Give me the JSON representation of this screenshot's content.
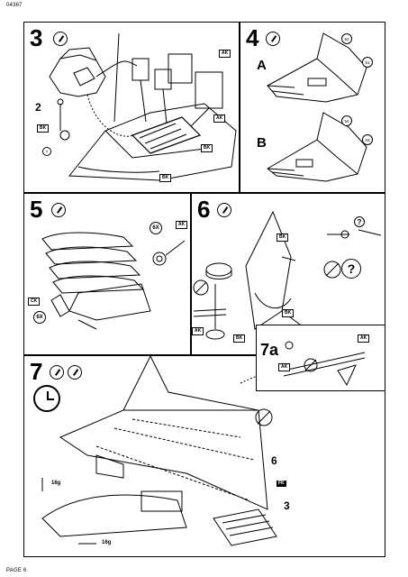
{
  "page": {
    "code": "04367",
    "label": "PAGE 6"
  },
  "steps": {
    "s3": {
      "number": "3",
      "part_refs": [
        "2",
        "7"
      ]
    },
    "s4": {
      "number": "4",
      "variant_a": "A",
      "variant_b": "B"
    },
    "s5": {
      "number": "5",
      "quantity_top": "6X",
      "quantity_bottom": "6X"
    },
    "s6": {
      "number": "6"
    },
    "s7": {
      "number": "7",
      "part_refs": [
        "6",
        "3"
      ],
      "weight_top": "16g",
      "weight_bottom": "16g"
    },
    "s7a": {
      "number": "7a"
    }
  },
  "icons": [
    "glue-icon",
    "paint-icon",
    "no-glue-icon",
    "question-icon",
    "clock-icon",
    "weight-icon"
  ]
}
